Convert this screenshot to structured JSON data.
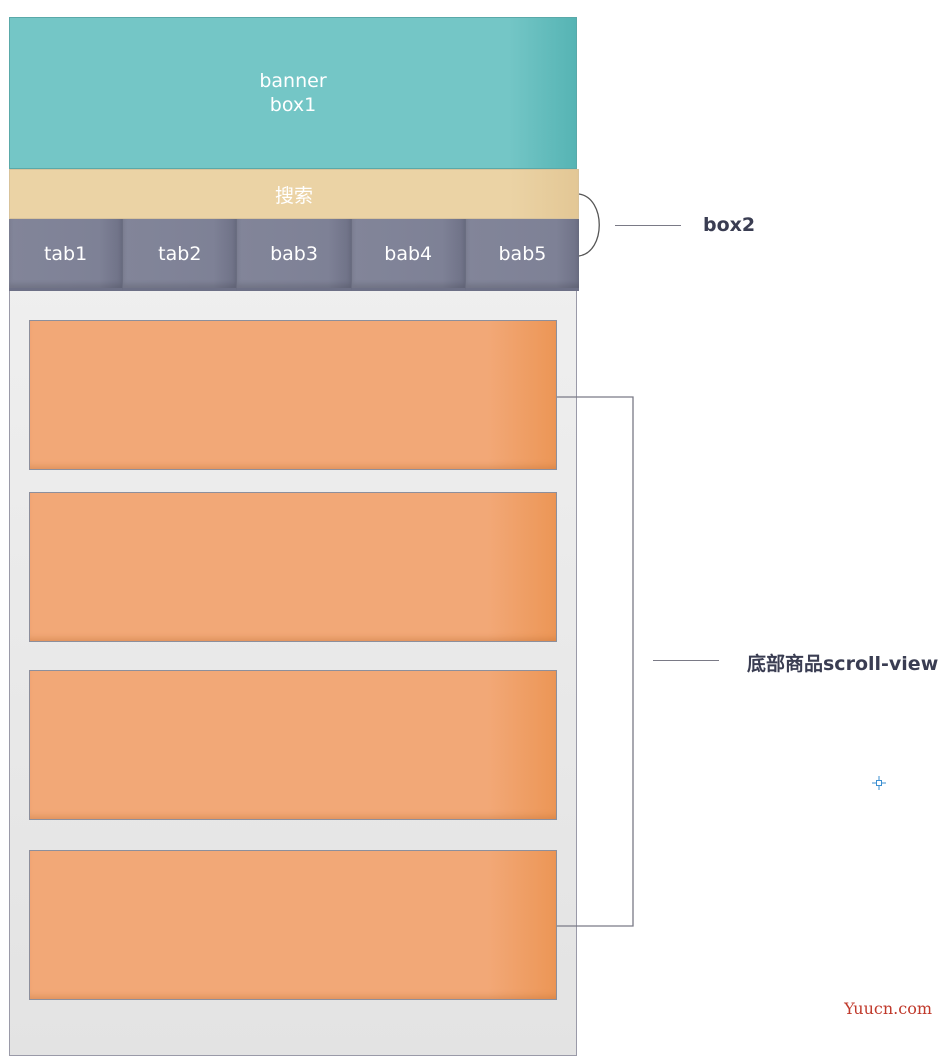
{
  "banner": {
    "line1": "banner",
    "line2": "box1"
  },
  "search": {
    "label": "搜索"
  },
  "tabs": [
    {
      "label": "tab1"
    },
    {
      "label": "tab2"
    },
    {
      "label": "bab3"
    },
    {
      "label": "bab4"
    },
    {
      "label": "bab5"
    }
  ],
  "annotations": {
    "box2_label": "box2",
    "scroll_label": "底部商品scroll-view"
  },
  "watermark": "Yuucn.com",
  "icons": {
    "crosshair": "crosshair-icon"
  },
  "colors": {
    "banner": "#74c6c6",
    "search": "#ebd3a5",
    "tabs": "#828599",
    "cards": "#f2a877"
  }
}
